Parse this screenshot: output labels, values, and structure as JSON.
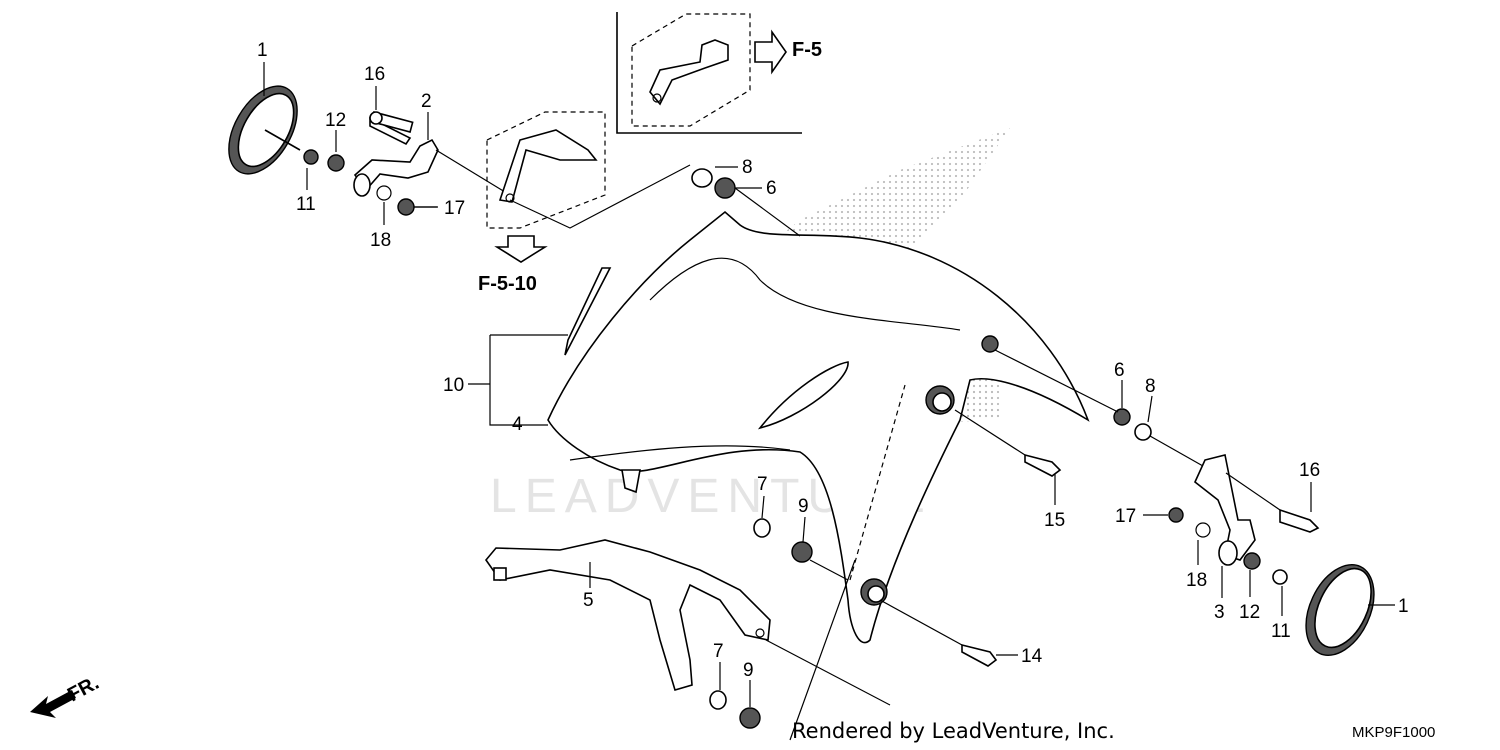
{
  "watermark": "LEADVENTURE",
  "credit": "Rendered by LeadVenture, Inc.",
  "diagram_code": "MKP9F1000",
  "front_direction": "FR.",
  "references": [
    "F-5",
    "F-5-10"
  ],
  "callouts": {
    "c1a": "1",
    "c16a": "16",
    "c2": "2",
    "c12a": "12",
    "c11a": "11",
    "c18a": "18",
    "c17a": "17",
    "c8a": "8",
    "c6a": "6",
    "c10": "10",
    "c4": "4",
    "c6b": "6",
    "c8b": "8",
    "c16b": "16",
    "c15": "15",
    "c17b": "17",
    "c18b": "18",
    "c3": "3",
    "c12b": "12",
    "c11b": "11",
    "c1b": "1",
    "c7a": "7",
    "c9a": "9",
    "c5": "5",
    "c7b": "7",
    "c9b": "9",
    "c14": "14"
  }
}
